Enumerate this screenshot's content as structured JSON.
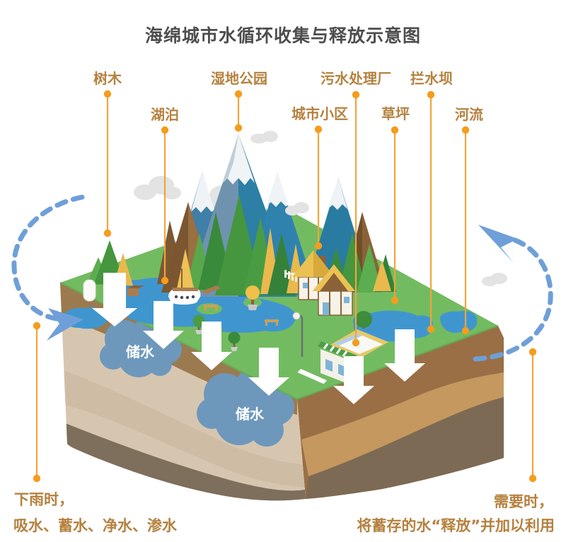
{
  "title": "海绵城市水循环收集与释放示意图",
  "callouts": {
    "trees": "树木",
    "lake": "湖泊",
    "wetland_park": "湿地公园",
    "urban_community": "城市小区",
    "sewage_plant": "污水处理厂",
    "lawn": "草坪",
    "dam": "拦水坝",
    "river": "河流"
  },
  "underground": {
    "storage_upper": "储水",
    "storage_lower": "储水"
  },
  "notes": {
    "bottom_left_line1": "下雨时，",
    "bottom_left_line2": "吸水、蓄水、净水、渗水",
    "bottom_right_line1": "需要时，",
    "bottom_right_line2": "将蓄存的水“释放”并加以利用"
  },
  "colors": {
    "title_text": "#4D4D4D",
    "callout_text": "#B5813F",
    "connector_line_orange": "#F2A43B",
    "connector_dot_orange": "#F59C1C",
    "cycle_arrow_blue": "#6F9FD8",
    "grass_green": "#73BB61",
    "water_blue": "#3F96CF",
    "storage_blob_blue": "#6D98BC",
    "soil_dark_brown": "#9B7A4F",
    "soil_beige": "#D7C6AF",
    "soil_tan": "#C4985E",
    "soil_taupe": "#7E6E5C",
    "snow_white": "#F0F4F6",
    "mountain_teal": "#2E7FA6",
    "down_arrow_white": "#FFFFFF"
  }
}
